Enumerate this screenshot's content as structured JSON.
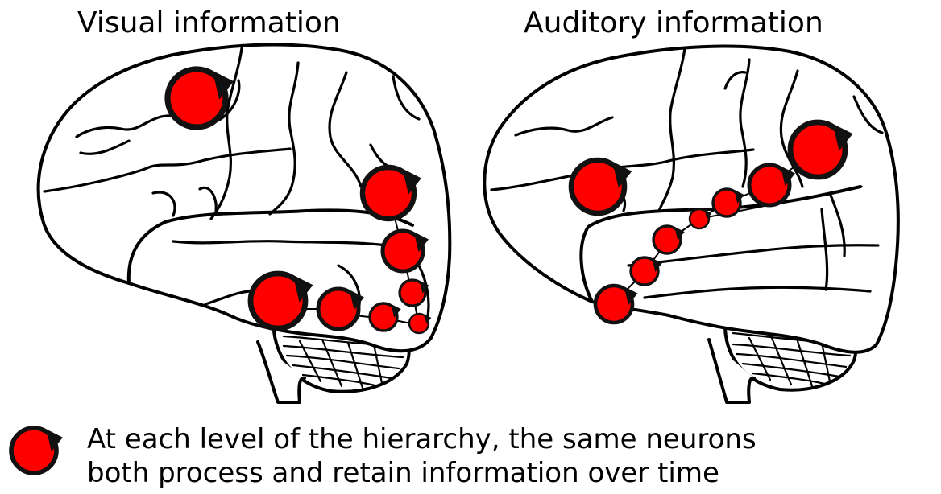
{
  "panels": [
    {
      "title": "Visual information"
    },
    {
      "title": "Auditory information"
    }
  ],
  "legend": {
    "line1": "At each level of the hierarchy, the same neurons",
    "line2": "both process and retain information over time"
  },
  "colors": {
    "node_fill": "#ff0000",
    "node_ring": "#111111",
    "outline": "#000000",
    "background": "#ffffff"
  },
  "icons": {
    "node": "recurrent-circle-icon",
    "legend_marker": "recurrent-circle-icon"
  }
}
